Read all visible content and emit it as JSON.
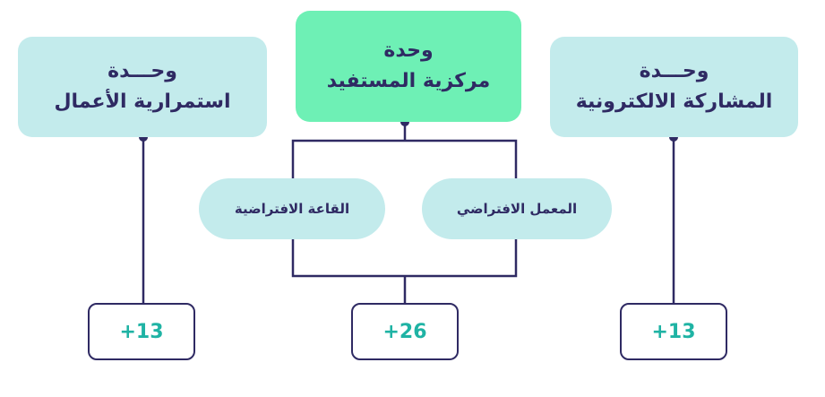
{
  "units": [
    {
      "id": "left",
      "line1": "وحـــدة",
      "line2": "استمرارية الأعمال"
    },
    {
      "id": "center",
      "line1": "وحدة",
      "line2": "مركزية المستفيد"
    },
    {
      "id": "right",
      "line1": "وحـــدة",
      "line2": "المشاركة الالكترونية"
    }
  ],
  "sub_units": [
    {
      "id": "virtual-hall",
      "label": "القاعة الافتراضية"
    },
    {
      "id": "virtual-lab",
      "label": "المعمل  الافتراضي"
    }
  ],
  "counts": {
    "left": "+13",
    "center": "+26",
    "right": "+13"
  },
  "colors": {
    "unit_fill": "#c3ebec",
    "center_fill": "#6ef0b5",
    "line": "#2f2a63",
    "count_text": "#1fb3a4"
  }
}
